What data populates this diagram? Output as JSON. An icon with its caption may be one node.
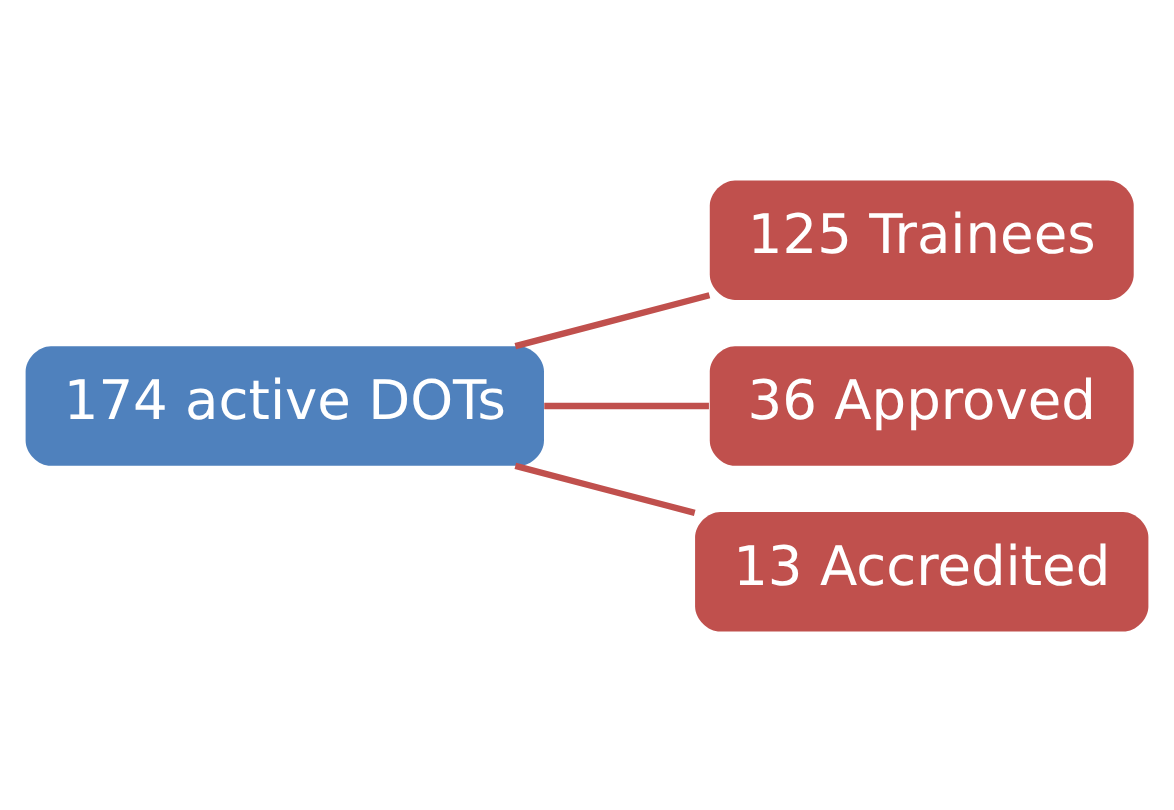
{
  "diagram": {
    "nodes": [
      {
        "text": [
          "174 active DOTs"
        ]
      },
      {
        "text": [
          "125 Trainees"
        ]
      },
      {
        "text": [
          "36 Approved"
        ]
      },
      {
        "text": [
          "13 Accredited"
        ]
      }
    ],
    "edges": [
      {
        "from": 0,
        "to": 1,
        "arrow": "none"
      },
      {
        "from": 0,
        "to": 2,
        "arrow": "none"
      },
      {
        "from": 0,
        "to": 3,
        "arrow": "none"
      }
    ]
  }
}
